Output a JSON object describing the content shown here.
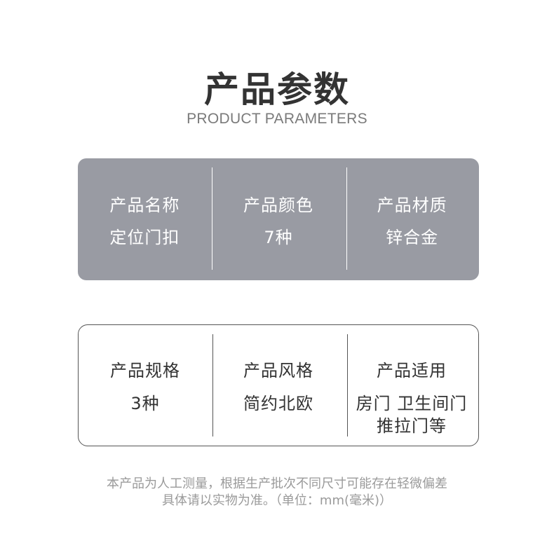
{
  "header": {
    "title": "产品参数",
    "subtitle": "PRODUCT PARAMETERS"
  },
  "colors": {
    "top_panel_bg": "#999ba3",
    "text_dark": "#333333",
    "text_muted": "#9a9a9a",
    "border": "#555555"
  },
  "top_panel": {
    "cells": [
      {
        "label": "产品名称",
        "value": "定位门扣"
      },
      {
        "label": "产品颜色",
        "value": "7种"
      },
      {
        "label": "产品材质",
        "value": "锌合金"
      }
    ]
  },
  "bottom_panel": {
    "cells": [
      {
        "label": "产品规格",
        "value_lines": [
          "3种"
        ]
      },
      {
        "label": "产品风格",
        "value_lines": [
          "简约北欧"
        ]
      },
      {
        "label": "产品适用",
        "value_lines": [
          "房门 卫生间门",
          "推拉门等"
        ]
      }
    ]
  },
  "footer": {
    "note_line1": "本产品为人工测量，根据生产批次不同尺寸可能存在轻微偏差",
    "note_line2": "具体请以实物为准。（单位：mm(毫米)）"
  }
}
